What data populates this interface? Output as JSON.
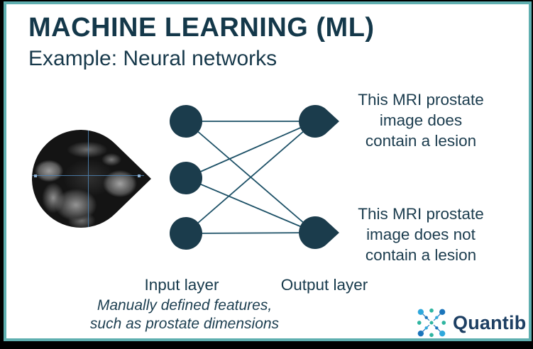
{
  "slide": {
    "title": "MACHINE LEARNING (ML)",
    "subtitle": "Example: Neural networks"
  },
  "diagram": {
    "input_layer_label": "Input layer",
    "output_layer_label": "Output layer",
    "input_note": {
      "line1": "Manually defined features,",
      "line2": "such as prostate dimensions"
    },
    "input_node_count": 3,
    "output_node_count": 2,
    "outputs": [
      {
        "lines": [
          "This MRI prostate",
          "image does",
          "contain a lesion"
        ]
      },
      {
        "lines": [
          "This MRI prostate",
          "image does not",
          "contain a lesion"
        ]
      }
    ],
    "mri_image_description": "axial prostate MRI clipped to teardrop shape with crosshair overlay"
  },
  "branding": {
    "logo_text": "Quantib"
  },
  "colors": {
    "navy_text": "#14384a",
    "node_fill": "#1b3c4c",
    "connection_line": "#1c5066",
    "border_teal": "#5fafb0",
    "outer_frame": "#000000",
    "crosshair_blue": "#4d7fae",
    "logo_light_blue": "#2fa8dc",
    "logo_dark_blue": "#1b75bb",
    "logo_teal": "#2fb5a0",
    "logo_text_navy": "#1d3f63"
  }
}
